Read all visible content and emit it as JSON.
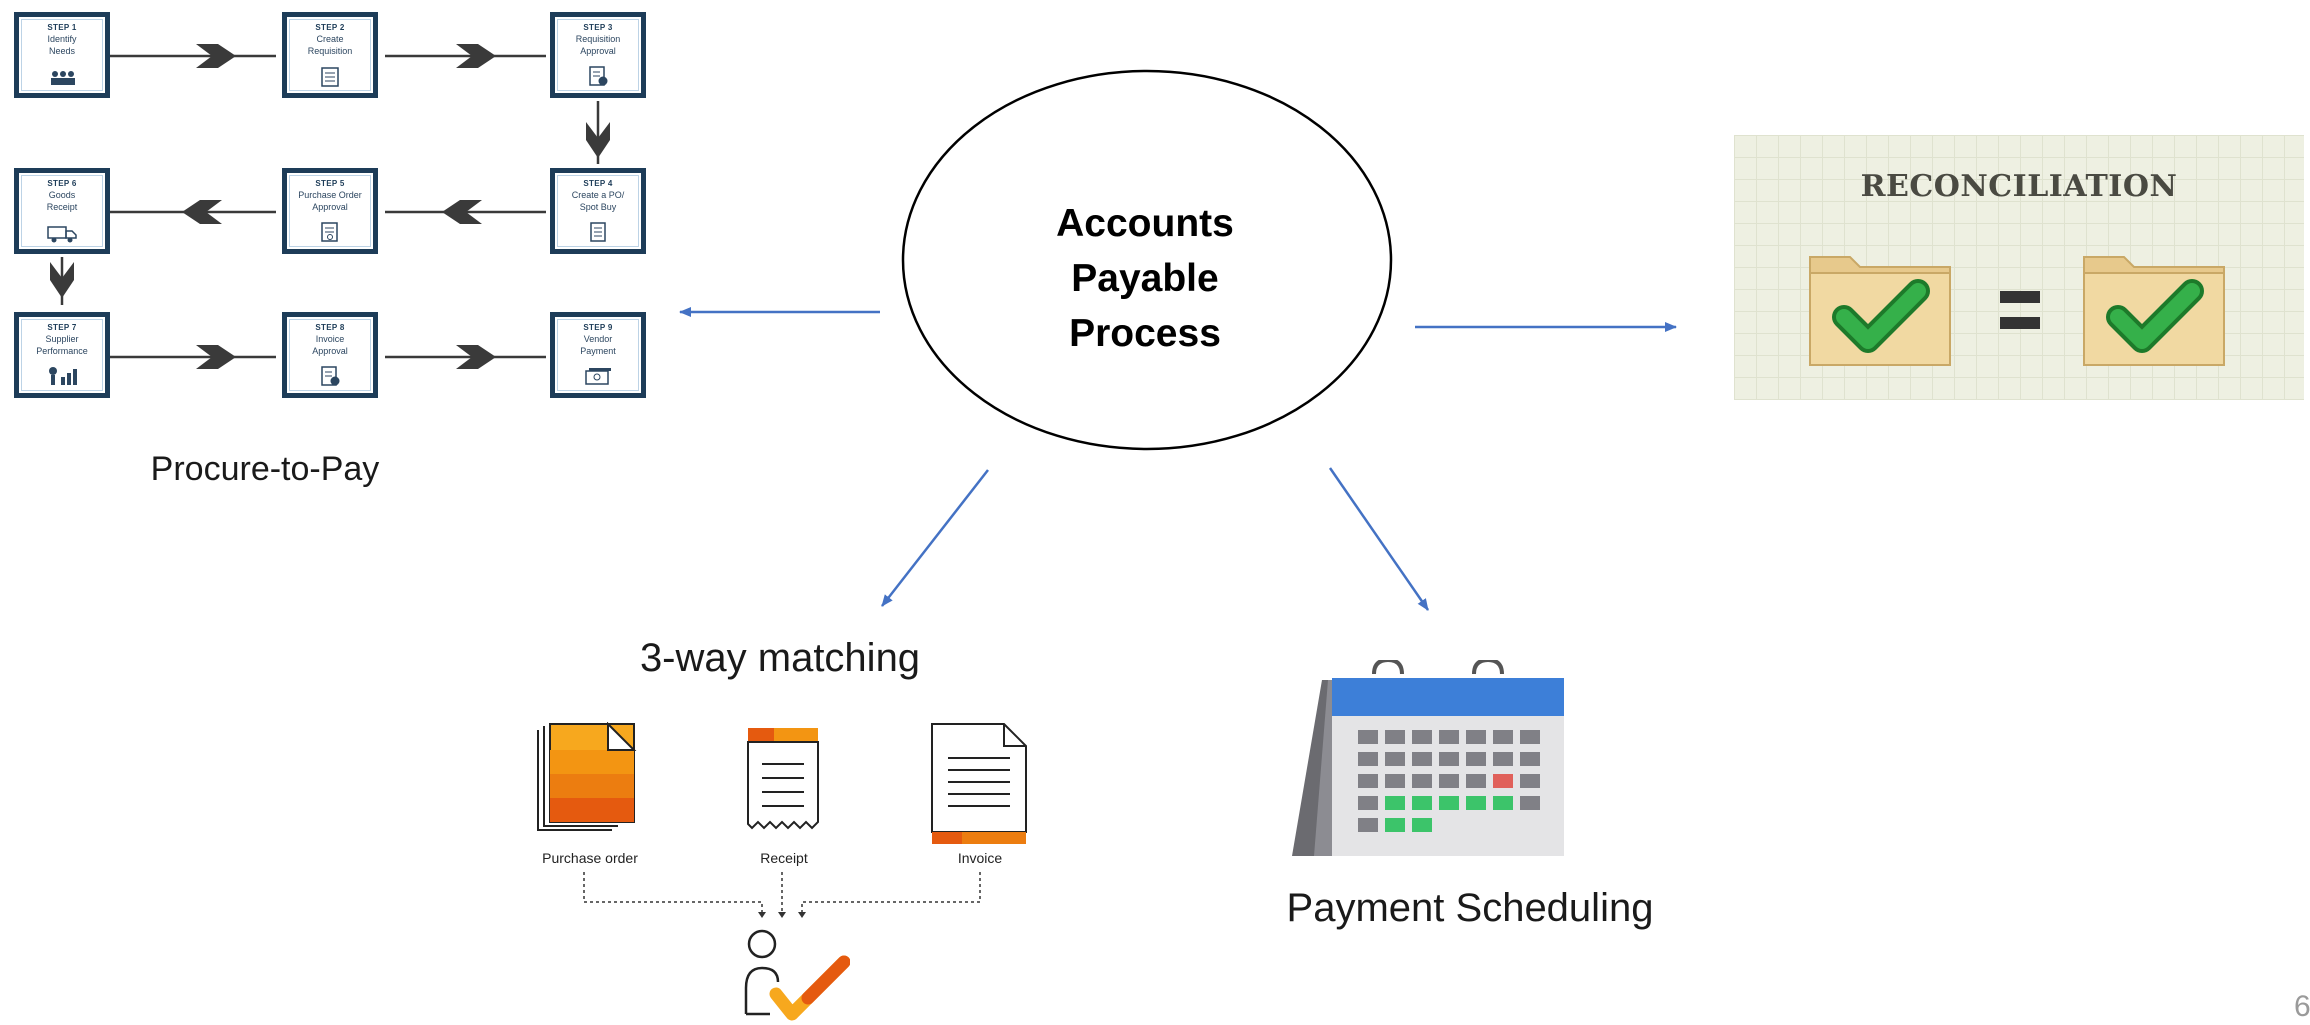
{
  "center": {
    "line1": "Accounts",
    "line2": "Payable",
    "line3": "Process"
  },
  "procure": {
    "caption": "Procure-to-Pay",
    "steps": [
      {
        "num": "STEP 1",
        "label1": "Identify",
        "label2": "Needs"
      },
      {
        "num": "STEP 2",
        "label1": "Create",
        "label2": "Requisition"
      },
      {
        "num": "STEP 3",
        "label1": "Requisition",
        "label2": "Approval"
      },
      {
        "num": "STEP 4",
        "label1": "Create a PO/",
        "label2": "Spot Buy"
      },
      {
        "num": "STEP 5",
        "label1": "Purchase Order",
        "label2": "Approval"
      },
      {
        "num": "STEP 6",
        "label1": "Goods",
        "label2": "Receipt"
      },
      {
        "num": "STEP 7",
        "label1": "Supplier",
        "label2": "Performance"
      },
      {
        "num": "STEP 8",
        "label1": "Invoice",
        "label2": "Approval"
      },
      {
        "num": "STEP 9",
        "label1": "Vendor",
        "label2": "Payment"
      }
    ]
  },
  "reconciliation": {
    "title": "RECONCILIATION",
    "equals": "="
  },
  "matching": {
    "caption": "3-way matching",
    "docs": {
      "purchase_order": "Purchase order",
      "receipt": "Receipt",
      "invoice": "Invoice"
    }
  },
  "payment": {
    "caption": "Payment Scheduling"
  },
  "page_number": "6",
  "colors": {
    "step_border": "#1d3c58",
    "arrow_blue": "#4472c4",
    "orange": "#f39c12",
    "calendar_blue": "#3d7fd8",
    "check_green": "#35b04a"
  }
}
